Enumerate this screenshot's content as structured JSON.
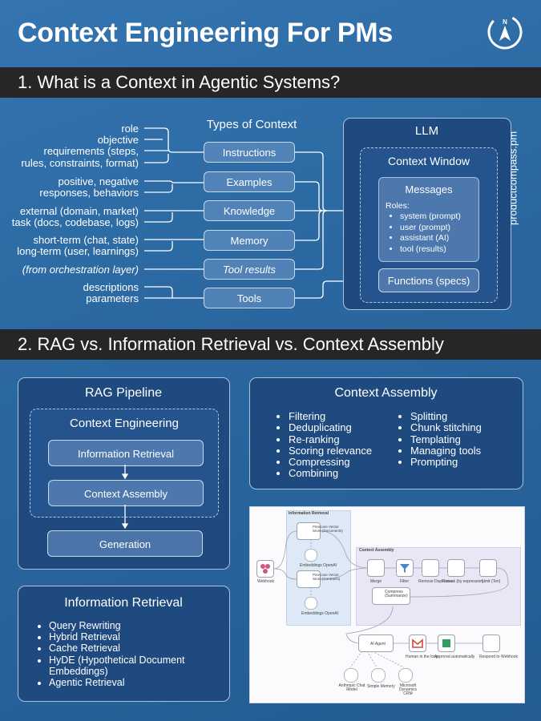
{
  "header": {
    "title": "Context Engineering For PMs",
    "section1": "1. What is a Context in Agentic Systems?",
    "section2": "2. RAG vs. Information Retrieval vs. Context Assembly",
    "brand": "productcompass.pm"
  },
  "context_types": {
    "heading": "Types of Context",
    "groups": [
      {
        "label": "Instructions",
        "italic": false,
        "sources": [
          "role",
          "objective",
          "requirements (steps,",
          "rules, constraints, format)"
        ]
      },
      {
        "label": "Examples",
        "italic": false,
        "sources": [
          "positive, negative",
          "responses, behaviors"
        ]
      },
      {
        "label": "Knowledge",
        "italic": false,
        "sources": [
          "external (domain, market)",
          "task (docs, codebase, logs)"
        ]
      },
      {
        "label": "Memory",
        "italic": false,
        "sources": [
          "short-term (chat, state)",
          "long-term (user, learnings)"
        ]
      },
      {
        "label": "Tool results",
        "italic": true,
        "sources": [
          "(from orchestration layer)"
        ]
      },
      {
        "label": "Tools",
        "italic": false,
        "sources": [
          "descriptions",
          "parameters"
        ]
      }
    ]
  },
  "llm": {
    "title": "LLM",
    "context_window": "Context Window",
    "messages_title": "Messages",
    "roles_label": "Roles:",
    "roles": [
      "system (prompt)",
      "user (prompt)",
      "assistant (AI)",
      "tool (results)"
    ],
    "functions": "Functions (specs)"
  },
  "rag": {
    "title": "RAG Pipeline",
    "context_engineering": "Context Engineering",
    "steps": [
      "Information Retrieval",
      "Context Assembly"
    ],
    "generation": "Generation"
  },
  "context_assembly": {
    "title": "Context Assembly",
    "col1": [
      "Filtering",
      "Deduplicating",
      "Re-ranking",
      "Scoring relevance",
      "Compressing",
      "Combining"
    ],
    "col2": [
      "Splitting",
      "Chunk stitching",
      "Templating",
      "Managing tools",
      "Prompting"
    ]
  },
  "information_retrieval": {
    "title": "Information Retrieval",
    "items": [
      "Query Rewriting",
      "Hybrid Retrieval",
      "Cache Retrieval",
      "HyDE (Hypothetical Document Embeddings)",
      "Agentic Retrieval"
    ]
  },
  "workflow": {
    "ir_group": "Information Retrieval",
    "ca_group": "Context Assembly",
    "webhook": "Webhook",
    "pinecone1": "Pinecone Vector Store (Documents)",
    "pinecone2": "Pinecone Vector Store (Contracts)",
    "emb1": "Embeddings OpenAI",
    "emb2": "Embeddings OpenAI",
    "merge": "Merge",
    "filter": "Filter",
    "dedupe": "Remove Duplicates",
    "rerank": "Rerank (by expression)",
    "limit": "Limit (Ten)",
    "compress": "Compress (Summarize)",
    "agent": "AI Agent",
    "gmail": "Human in the loop",
    "approval": "Approval automatically",
    "respond": "Respond to Webhook",
    "chat_model": "Anthropic Chat Model",
    "memory": "Simple Memory",
    "crm": "Microsoft Dynamics CRM"
  },
  "colors": {
    "background": "#2a67a0",
    "band": "#262626",
    "panel": "#1f4b82",
    "pill": "#7098c8"
  }
}
